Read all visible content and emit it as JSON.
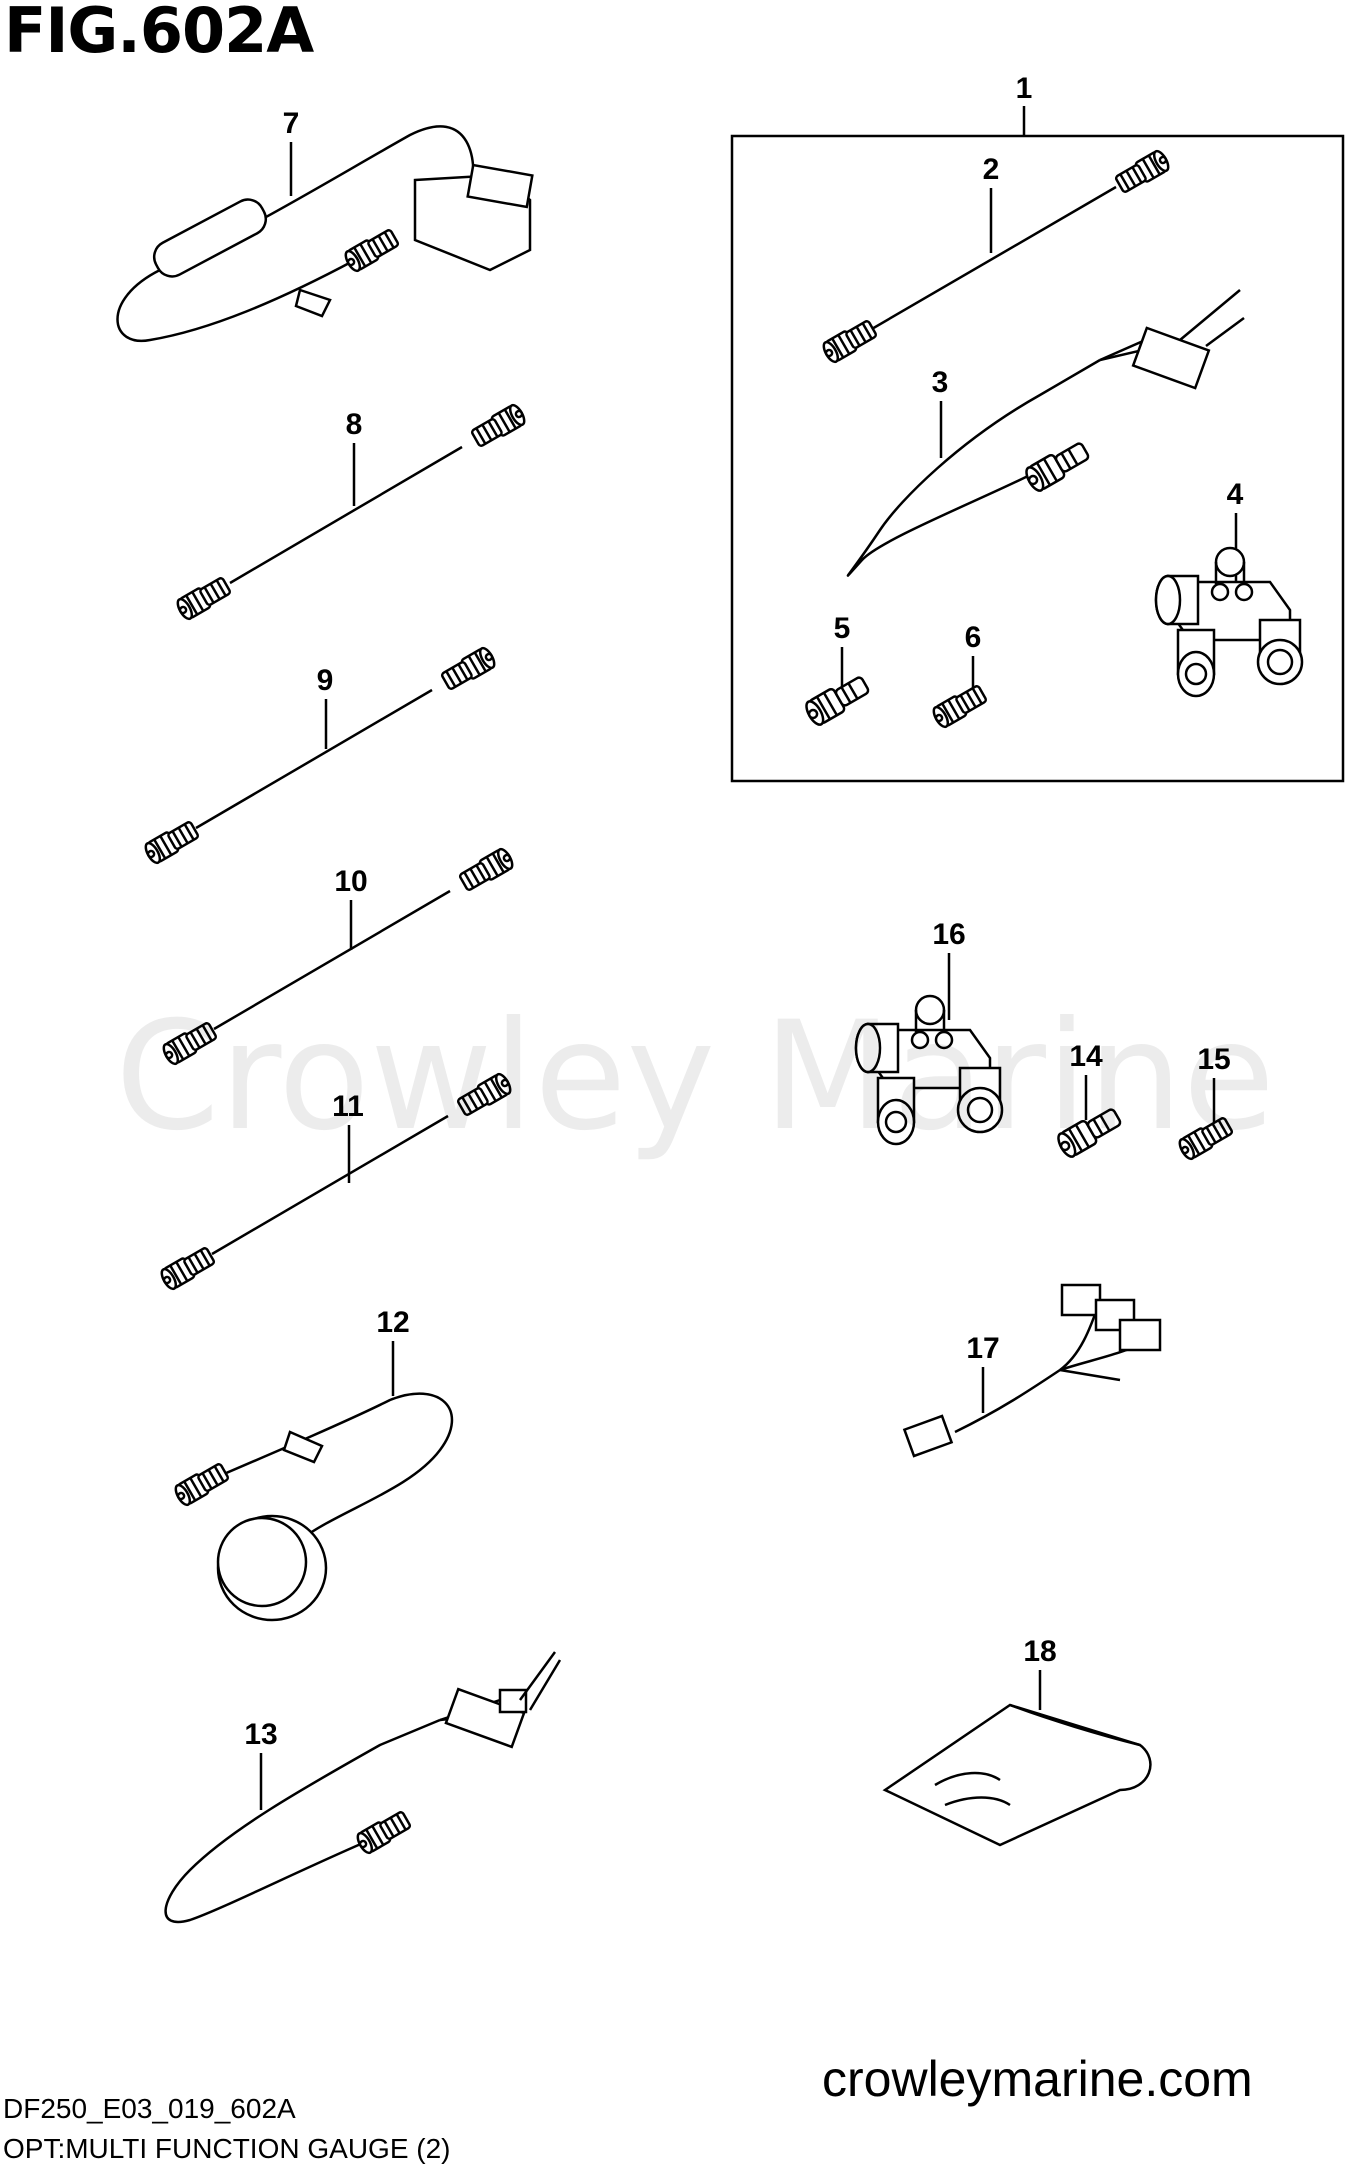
{
  "figure": {
    "title": "FIG.602A",
    "code": "DF250_E03_019_602A",
    "caption": "OPT:MULTI FUNCTION GAUGE (2)",
    "website": "crowleymarine.com",
    "watermark": "Crowley Marine"
  },
  "callouts": [
    {
      "id": "1",
      "text": "1"
    },
    {
      "id": "2",
      "text": "2"
    },
    {
      "id": "3",
      "text": "3"
    },
    {
      "id": "4",
      "text": "4"
    },
    {
      "id": "5",
      "text": "5"
    },
    {
      "id": "6",
      "text": "6"
    },
    {
      "id": "7",
      "text": "7"
    },
    {
      "id": "8",
      "text": "8"
    },
    {
      "id": "9",
      "text": "9"
    },
    {
      "id": "10",
      "text": "10"
    },
    {
      "id": "11",
      "text": "11"
    },
    {
      "id": "12",
      "text": "12"
    },
    {
      "id": "13",
      "text": "13"
    },
    {
      "id": "14",
      "text": "14"
    },
    {
      "id": "15",
      "text": "15"
    },
    {
      "id": "16",
      "text": "16"
    },
    {
      "id": "17",
      "text": "17"
    },
    {
      "id": "18",
      "text": "18"
    }
  ]
}
